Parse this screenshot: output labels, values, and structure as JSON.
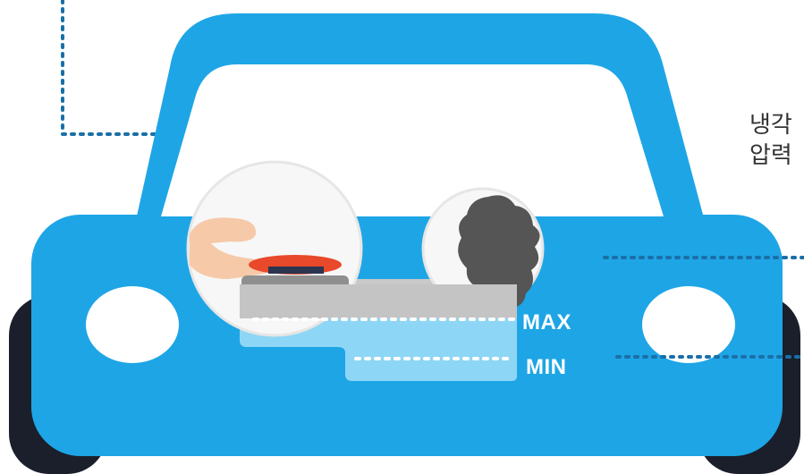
{
  "levels": {
    "max_label": "MAX",
    "min_label": "MIN"
  },
  "side_text": {
    "line1": "냉각",
    "line2": "압력"
  },
  "icons": [
    "car-body",
    "reservoir-cap-hand-icon",
    "steam-icon",
    "coolant-reservoir"
  ],
  "colors": {
    "car_blue": "#1ea5e6",
    "window": "#ffffff",
    "tire": "#1a1f2b",
    "coolant": "#8ed6f5",
    "reservoir_gray": "#bdbdbd",
    "cap_red": "#e8492a",
    "dotted_line": "#1b6fa8"
  }
}
